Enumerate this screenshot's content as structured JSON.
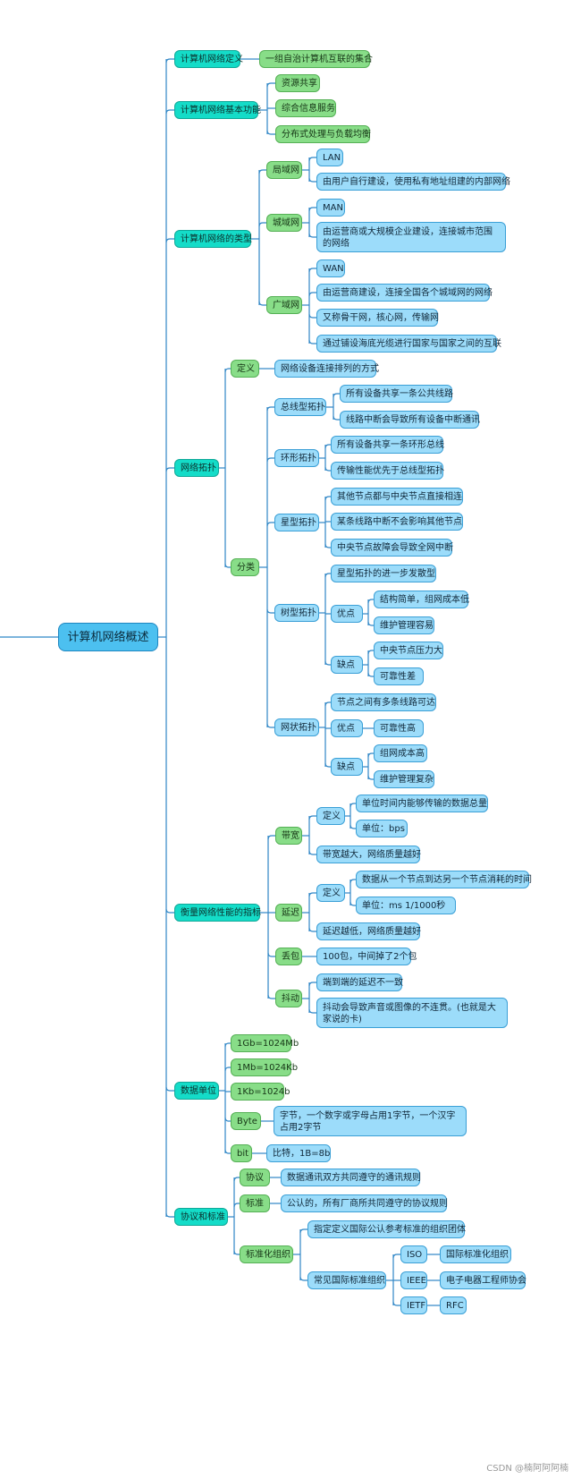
{
  "root": "计算机网络概述",
  "branches": [
    {
      "label": "计算机网络定义",
      "children": [
        {
          "label": "一组自治计算机互联的集合",
          "style": "green"
        }
      ]
    },
    {
      "label": "计算机网络基本功能",
      "children": [
        {
          "label": "资源共享",
          "style": "green"
        },
        {
          "label": "综合信息服务",
          "style": "green"
        },
        {
          "label": "分布式处理与负载均衡",
          "style": "green"
        }
      ]
    },
    {
      "label": "计算机网络的类型",
      "children": [
        {
          "label": "局域网",
          "style": "green",
          "children": [
            {
              "label": "LAN"
            },
            {
              "label": "由用户自行建设，使用私有地址组建的内部网络"
            }
          ]
        },
        {
          "label": "城域网",
          "style": "green",
          "children": [
            {
              "label": "MAN"
            },
            {
              "label": "由运营商或大规模企业建设，连接城市范围的网络"
            }
          ]
        },
        {
          "label": "广域网",
          "style": "green",
          "children": [
            {
              "label": "WAN"
            },
            {
              "label": "由运营商建设，连接全国各个城域网的网络"
            },
            {
              "label": "又称骨干网，核心网，传输网"
            },
            {
              "label": "通过铺设海底光缆进行国家与国家之间的互联"
            }
          ]
        }
      ]
    },
    {
      "label": "网络拓扑",
      "children": [
        {
          "label": "定义",
          "style": "green",
          "children": [
            {
              "label": "网络设备连接排列的方式"
            }
          ]
        },
        {
          "label": "分类",
          "style": "green",
          "children": [
            {
              "label": "总线型拓扑",
              "children": [
                {
                  "label": "所有设备共享一条公共线路"
                },
                {
                  "label": "线路中断会导致所有设备中断通讯"
                }
              ]
            },
            {
              "label": "环形拓扑",
              "children": [
                {
                  "label": "所有设备共享一条环形总线"
                },
                {
                  "label": "传输性能优先于总线型拓扑"
                }
              ]
            },
            {
              "label": "星型拓扑",
              "children": [
                {
                  "label": "其他节点都与中央节点直接相连"
                },
                {
                  "label": "某条线路中断不会影响其他节点"
                },
                {
                  "label": "中央节点故障会导致全网中断"
                }
              ]
            },
            {
              "label": "树型拓扑",
              "children": [
                {
                  "label": "星型拓扑的进一步发散型"
                },
                {
                  "label": "优点",
                  "children": [
                    {
                      "label": "结构简单，组网成本低"
                    },
                    {
                      "label": "维护管理容易"
                    }
                  ]
                },
                {
                  "label": "缺点",
                  "children": [
                    {
                      "label": "中央节点压力大"
                    },
                    {
                      "label": "可靠性差"
                    }
                  ]
                }
              ]
            },
            {
              "label": "网状拓扑",
              "children": [
                {
                  "label": "节点之间有多条线路可达"
                },
                {
                  "label": "优点",
                  "children": [
                    {
                      "label": "可靠性高"
                    }
                  ]
                },
                {
                  "label": "缺点",
                  "children": [
                    {
                      "label": "组网成本高"
                    },
                    {
                      "label": "维护管理复杂"
                    }
                  ]
                }
              ]
            }
          ]
        }
      ]
    },
    {
      "label": "衡量网络性能的指标",
      "children": [
        {
          "label": "带宽",
          "style": "green",
          "children": [
            {
              "label": "定义",
              "children": [
                {
                  "label": "单位时间内能够传输的数据总量"
                },
                {
                  "label": "单位：bps"
                }
              ]
            },
            {
              "label": "带宽越大，网络质量越好"
            }
          ]
        },
        {
          "label": "延迟",
          "style": "green",
          "children": [
            {
              "label": "定义",
              "children": [
                {
                  "label": "数据从一个节点到达另一个节点消耗的时间"
                },
                {
                  "label": "单位：ms        1/1000秒"
                }
              ]
            },
            {
              "label": "延迟越低，网络质量越好"
            }
          ]
        },
        {
          "label": "丢包",
          "style": "green",
          "children": [
            {
              "label": "100包，中间掉了2个包"
            }
          ]
        },
        {
          "label": "抖动",
          "style": "green",
          "children": [
            {
              "label": "端到端的延迟不一致"
            },
            {
              "label": "抖动会导致声音或图像的不连贯。(也就是大家说的卡)"
            }
          ]
        }
      ]
    },
    {
      "label": "数据单位",
      "children": [
        {
          "label": "1Gb=1024Mb",
          "style": "green"
        },
        {
          "label": "1Mb=1024Kb",
          "style": "green"
        },
        {
          "label": "1Kb=1024b",
          "style": "green"
        },
        {
          "label": "Byte",
          "style": "green",
          "children": [
            {
              "label": "字节，一个数字或字母占用1字节，一个汉字占用2字节"
            }
          ]
        },
        {
          "label": "bit",
          "style": "green",
          "children": [
            {
              "label": "比特，1B=8b"
            }
          ]
        }
      ]
    },
    {
      "label": "协议和标准",
      "children": [
        {
          "label": "协议",
          "style": "green",
          "children": [
            {
              "label": "数据通讯双方共同遵守的通讯规则"
            }
          ]
        },
        {
          "label": "标准",
          "style": "green",
          "children": [
            {
              "label": "公认的，所有厂商所共同遵守的协议规则"
            }
          ]
        },
        {
          "label": "标准化组织",
          "style": "green",
          "children": [
            {
              "label": "指定定义国际公认参考标准的组织团体"
            },
            {
              "label": "常见国际标准组织",
              "children": [
                {
                  "label": "ISO",
                  "children": [
                    {
                      "label": "国际标准化组织"
                    }
                  ]
                },
                {
                  "label": "IEEE",
                  "children": [
                    {
                      "label": "电子电器工程师协会"
                    }
                  ]
                },
                {
                  "label": "IETF",
                  "children": [
                    {
                      "label": "RFC"
                    }
                  ]
                }
              ]
            }
          ]
        }
      ]
    }
  ],
  "watermark": "CSDN @楠阿阿阿楠",
  "colors": {
    "teal": "#14dcc8",
    "green": "#88dd88",
    "blue": "#9cdcfa",
    "root": "#4cc0f0",
    "line": "#2f86c6"
  }
}
